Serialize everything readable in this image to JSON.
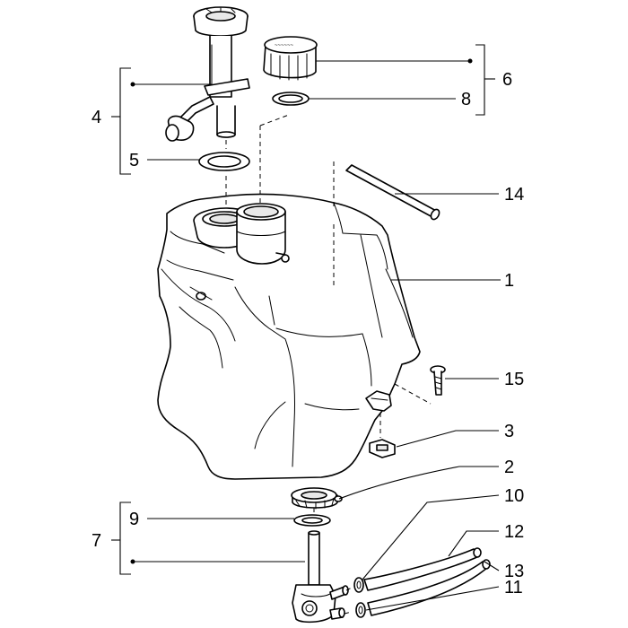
{
  "callouts": {
    "c1": "1",
    "c2": "2",
    "c3": "3",
    "c4": "4",
    "c5": "5",
    "c6": "6",
    "c7": "7",
    "c8": "8",
    "c9": "9",
    "c10": "10",
    "c11": "11",
    "c12": "12",
    "c13": "13",
    "c14": "14",
    "c15": "15"
  },
  "colors": {
    "ink": "#000000",
    "paper": "#ffffff"
  }
}
